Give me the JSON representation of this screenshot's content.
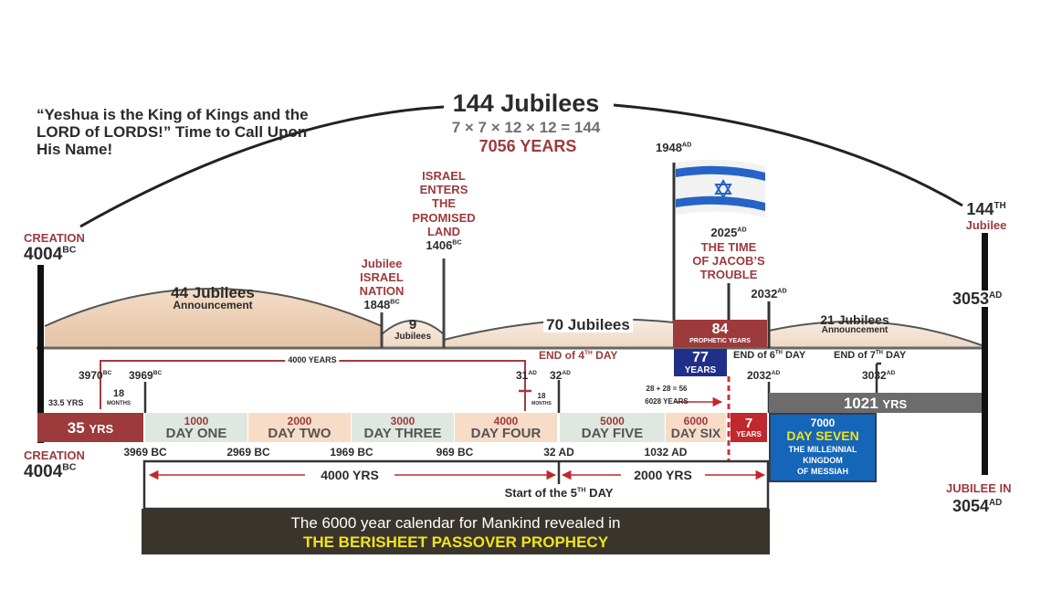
{
  "quote": "“Yeshua is the King of Kings and the LORD of LORDS!” Time to Call Upon His Name!",
  "top": {
    "title": "144 Jubilees",
    "formula": "7 × 7 × 12 × 12  = 144",
    "years": "7056 YEARS"
  },
  "creation_top": {
    "label": "CREATION",
    "year": "4004",
    "era": "BC"
  },
  "creation_bottom": {
    "label": "CREATION",
    "year": "4004",
    "era": "BC"
  },
  "jubilee_144": {
    "num": "144",
    "th": "TH",
    "label": "Jubilee"
  },
  "year_3053": {
    "year": "3053",
    "era": "AD"
  },
  "jubilee_in": {
    "label": "JUBILEE IN",
    "year": "3054",
    "era": "AD"
  },
  "year_1948": {
    "year": "1948",
    "era": "AD"
  },
  "jacob": {
    "year": "2025",
    "era": "AD",
    "line1": "THE TIME",
    "line2": "OF JACOB’S",
    "line3": "TROUBLE"
  },
  "israel_enters": {
    "l1": "ISRAEL",
    "l2": "ENTERS",
    "l3": "THE",
    "l4": "PROMISED",
    "l5": "LAND",
    "year": "1406",
    "era": "BC"
  },
  "jubilee_israel": {
    "l1": "Jubilee",
    "l2": "ISRAEL",
    "l3": "NATION",
    "year": "1848",
    "era": "BC"
  },
  "year_2032_top": {
    "year": "2032",
    "era": "AD"
  },
  "arcs": {
    "a44": {
      "num": "44 Jubilees",
      "sub": "Announcement"
    },
    "a9": {
      "num": "9",
      "sub": "Jubilees"
    },
    "a70": {
      "num": "70 Jubilees"
    },
    "a21": {
      "num": "21 Jubilees",
      "sub": "Announcement"
    }
  },
  "prophetic": {
    "num": "84",
    "label": "PROPHETIC YEARS"
  },
  "box77": {
    "num": "77",
    "label": "YEARS"
  },
  "end4": {
    "text": "END of 4",
    "th": "TH",
    "tail": " DAY"
  },
  "end6": {
    "text": "END of 6",
    "th": "TH",
    "tail": " DAY"
  },
  "end7": {
    "text": "END of 7",
    "th": "TH",
    "tail": " DAY"
  },
  "bracket4000": "4000 YEARS",
  "y3970": {
    "year": "3970",
    "era": "BC"
  },
  "y3969": {
    "year": "3969",
    "era": "BC"
  },
  "y31": {
    "year": "31",
    "era": "AD"
  },
  "y32": {
    "year": "32",
    "era": "AD"
  },
  "y2032": {
    "year": "2032",
    "era": "AD"
  },
  "y3032": {
    "year": "3032",
    "era": "AD"
  },
  "yrs335": "33.5 YRS",
  "m18a": {
    "num": "18",
    "label": "MONTHS"
  },
  "m18b": {
    "num": "18",
    "label": "MONTHS"
  },
  "calc": {
    "line1": "28 + 28 = 56",
    "line2": "6028 YEARS"
  },
  "yrs1021": {
    "num": "1021",
    "unit": "YRS"
  },
  "seg35": {
    "num": "35",
    "unit": "YRS"
  },
  "days": [
    {
      "num": "1000",
      "name": "DAY ONE"
    },
    {
      "num": "2000",
      "name": "DAY TWO"
    },
    {
      "num": "3000",
      "name": "DAY THREE"
    },
    {
      "num": "4000",
      "name": "DAY FOUR"
    },
    {
      "num": "5000",
      "name": "DAY FIVE"
    },
    {
      "num": "6000",
      "name": "DAY SIX"
    }
  ],
  "seven": {
    "num": "7",
    "label": "YEARS"
  },
  "day7": {
    "num": "7000",
    "name": "DAY SEVEN",
    "l1": "THE MILLENNIAL",
    "l2": "KINGDOM",
    "l3": "OF MESSIAH"
  },
  "bottom_years": [
    "3969 BC",
    "2969 BC",
    "1969 BC",
    "969 BC",
    "32 AD",
    "1032 AD"
  ],
  "span4000": "4000 YRS",
  "span2000": "2000 YRS",
  "start5": {
    "text": "Start of the 5",
    "th": "TH",
    "tail": " DAY"
  },
  "banner": {
    "line1": "The 6000 year calendar for Mankind revealed in",
    "line2": "THE BERISHEET PASSOVER PROPHECY"
  },
  "colors": {
    "maroon": "#9c3a3c",
    "dark": "#2b2b2b",
    "green_segment": "#dfe8e0",
    "peach_segment": "#f7dcc8",
    "sand": "#e7c6a9",
    "blue": "#1f2f8a",
    "day7_blue": "#1566b8",
    "banner_bg": "#3a352c",
    "banner_yellow": "#f3e21b",
    "bar_gray": "#6c6c6c"
  }
}
